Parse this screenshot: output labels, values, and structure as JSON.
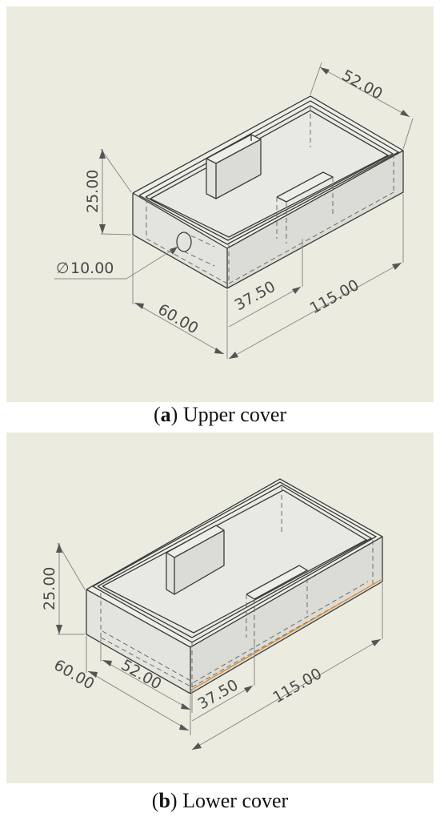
{
  "figure": {
    "panel_a": {
      "caption_letter": "a",
      "caption_text": " Upper cover",
      "dims": {
        "width_top": "52.00",
        "height": "25.00",
        "diameter": "10.00",
        "diameter_symbol": "∅",
        "depth": "60.00",
        "offset": "37.50",
        "length": "115.00"
      }
    },
    "panel_b": {
      "caption_letter": "b",
      "caption_text": " Lower cover",
      "dims": {
        "height": "25.00",
        "depth": "60.00",
        "width_inner": "52.00",
        "offset": "37.50",
        "length": "115.00"
      }
    },
    "colors": {
      "background": "#ecebe0",
      "highlight_edge": "#e08a2a"
    }
  }
}
